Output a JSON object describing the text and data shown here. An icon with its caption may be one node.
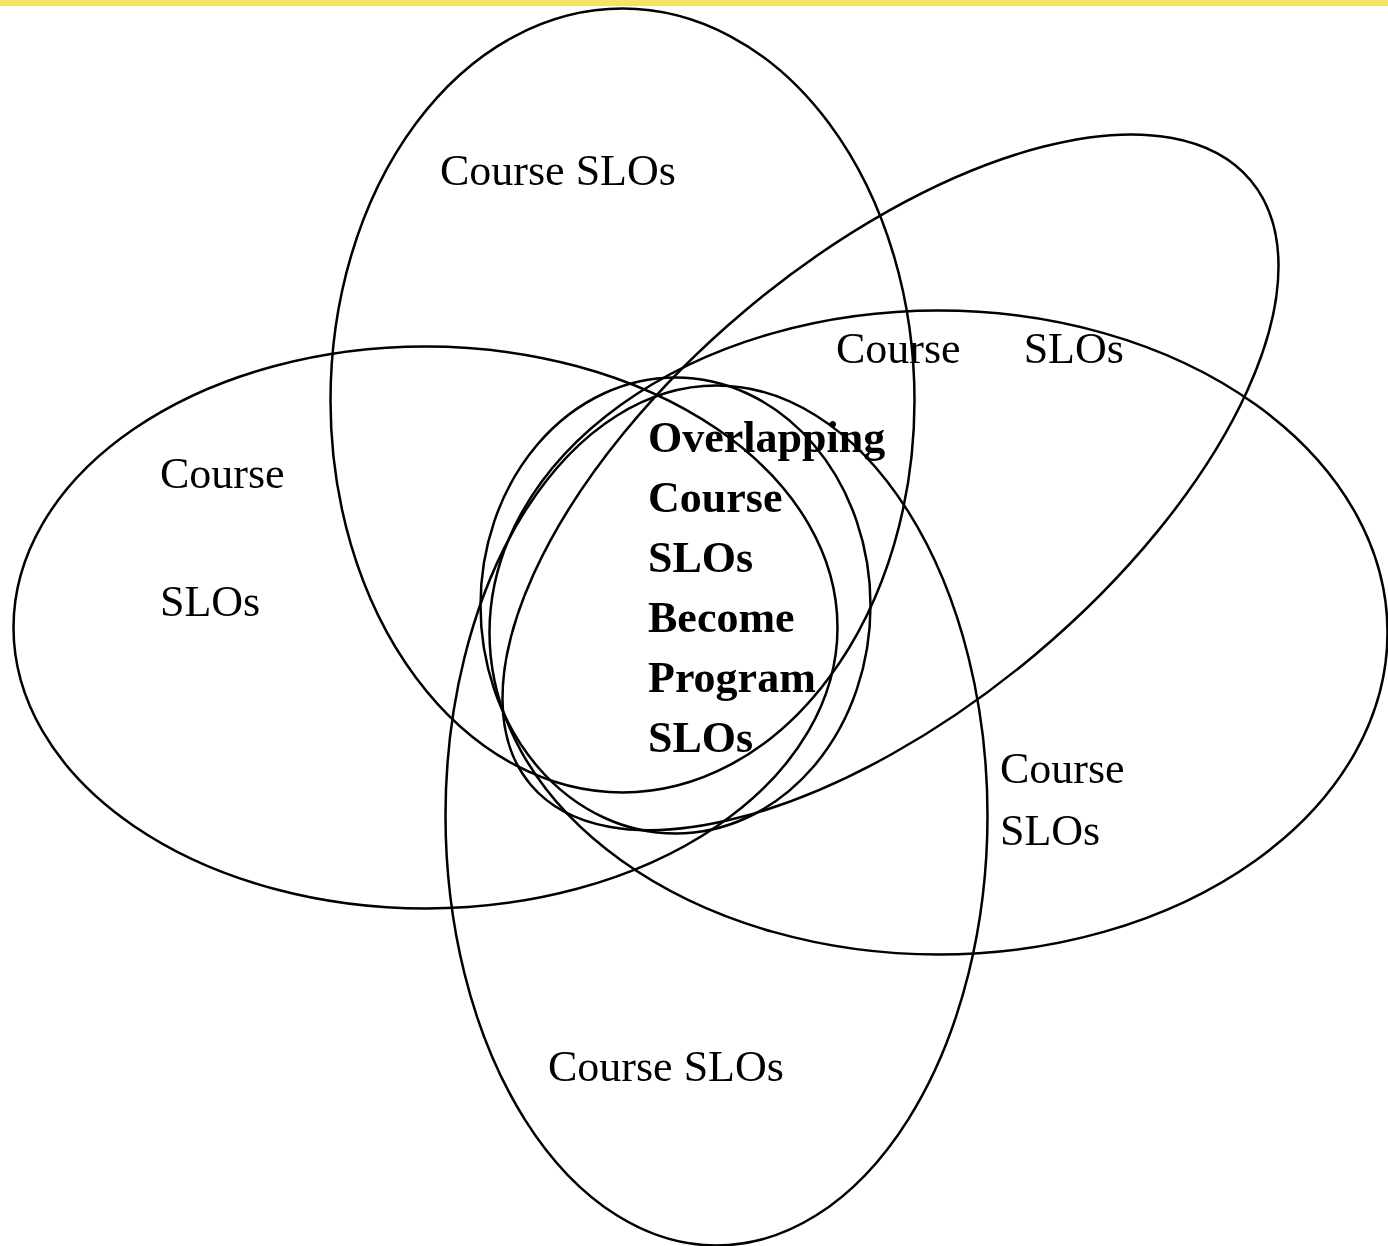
{
  "diagram": {
    "nodes": [
      {
        "text": [
          "Course SLOs"
        ]
      },
      {
        "text": [
          "Course SLOs"
        ]
      },
      {
        "text": [
          "Course SLOs"
        ]
      },
      {
        "text": [
          "Overlapping Course SLOs Become Program SLOs"
        ]
      },
      {
        "text": [
          "Course SLOs"
        ]
      },
      {
        "text": [
          "Course SLOs"
        ]
      }
    ],
    "edges": []
  }
}
